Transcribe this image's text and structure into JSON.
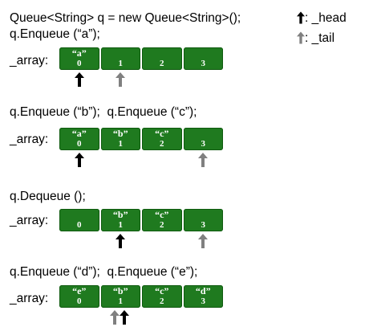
{
  "colors": {
    "cell": "#1f7a1f",
    "head": "#000000",
    "tail": "#808080"
  },
  "legend": {
    "head": ": _head",
    "tail": ": _tail"
  },
  "blocks": [
    {
      "code": [
        "Queue<String> q = new Queue<String>();",
        "q.Enqueue (“a”);"
      ],
      "array_label": "_array:",
      "cells": [
        {
          "value": "“a”",
          "index": "0"
        },
        {
          "value": "",
          "index": "1"
        },
        {
          "value": "",
          "index": "2"
        },
        {
          "value": "",
          "index": "3"
        }
      ],
      "head_index": 0,
      "tail_index": 1
    },
    {
      "code": [
        "q.Enqueue (“b”);  q.Enqueue (“c”);"
      ],
      "array_label": "_array:",
      "cells": [
        {
          "value": "“a”",
          "index": "0"
        },
        {
          "value": "“b”",
          "index": "1"
        },
        {
          "value": "“c”",
          "index": "2"
        },
        {
          "value": "",
          "index": "3"
        }
      ],
      "head_index": 0,
      "tail_index": 3
    },
    {
      "code": [
        "q.Dequeue ();"
      ],
      "array_label": "_array:",
      "cells": [
        {
          "value": "",
          "index": "0"
        },
        {
          "value": "“b”",
          "index": "1"
        },
        {
          "value": "“c”",
          "index": "2"
        },
        {
          "value": "",
          "index": "3"
        }
      ],
      "head_index": 1,
      "tail_index": 3
    },
    {
      "code": [
        "q.Enqueue (“d”);  q.Enqueue (“e”);"
      ],
      "array_label": "_array:",
      "cells": [
        {
          "value": "“e”",
          "index": "0"
        },
        {
          "value": "“b”",
          "index": "1"
        },
        {
          "value": "“c”",
          "index": "2"
        },
        {
          "value": "“d”",
          "index": "3"
        }
      ],
      "head_index": 1,
      "tail_index": 1
    }
  ]
}
